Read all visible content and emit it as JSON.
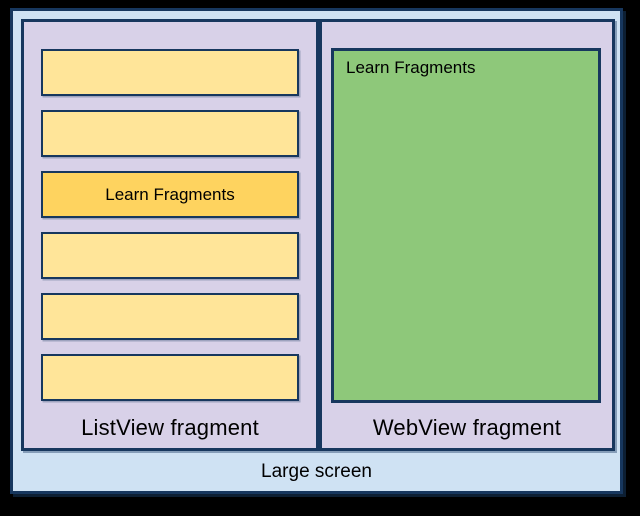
{
  "colors": {
    "background": "#000000",
    "screen_fill": "#CFE2F3",
    "panel_fill": "#D8D1E8",
    "item_fill": "#FFE599",
    "item_highlight_fill": "#FED35F",
    "webview_fill": "#8EC87A",
    "border": "#17375E",
    "text": "#000000"
  },
  "large_screen": {
    "label": "Large screen",
    "listview_panel": {
      "label": "ListView fragment",
      "items": [
        {
          "label": "",
          "highlighted": false
        },
        {
          "label": "",
          "highlighted": false
        },
        {
          "label": "Learn Fragments",
          "highlighted": true
        },
        {
          "label": "",
          "highlighted": false
        },
        {
          "label": "",
          "highlighted": false
        },
        {
          "label": "",
          "highlighted": false
        }
      ]
    },
    "webview_panel": {
      "label": "WebView fragment",
      "content_heading": "Learn Fragments"
    }
  }
}
